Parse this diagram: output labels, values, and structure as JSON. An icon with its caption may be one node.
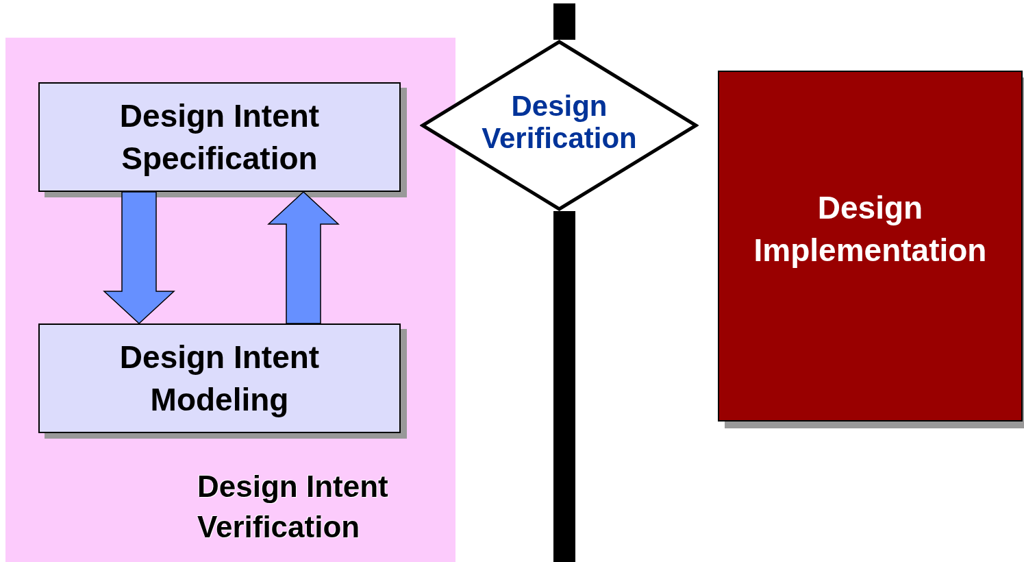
{
  "diagram": {
    "nodes": [
      {
        "text": [
          "Design Intent Verification"
        ]
      },
      {
        "text": [
          "Design Intent Specification"
        ],
        "in": 0
      },
      {
        "text": [
          "Design Intent Modeling"
        ],
        "in": 0
      },
      {
        "text": [
          "Design Verification"
        ]
      },
      {
        "text": [
          "Design Implementation"
        ]
      },
      {
        "text": [],
        "shape": "bar"
      },
      {
        "text": [],
        "shape": "bar"
      }
    ],
    "edges": [
      {
        "from": 1,
        "to": 2,
        "arrow": "to"
      },
      {
        "from": 2,
        "to": 1,
        "arrow": "to"
      }
    ]
  }
}
